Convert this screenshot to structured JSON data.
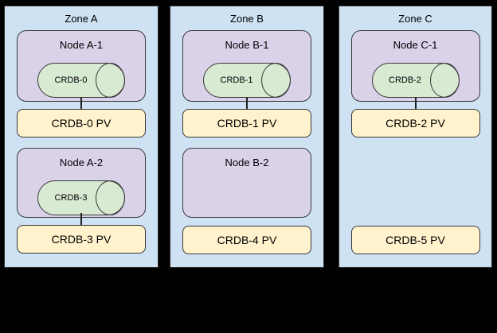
{
  "zones": [
    {
      "label": "Zone A",
      "nodes": [
        {
          "label": "Node A-1",
          "pod": "CRDB-0",
          "pv": "CRDB-0 PV"
        },
        {
          "label": "Node A-2",
          "pod": "CRDB-3",
          "pv": "CRDB-3 PV"
        }
      ]
    },
    {
      "label": "Zone B",
      "nodes": [
        {
          "label": "Node B-1",
          "pod": "CRDB-1",
          "pv": "CRDB-1 PV"
        },
        {
          "label": "Node B-2",
          "pv": "CRDB-4 PV"
        }
      ]
    },
    {
      "label": "Zone C",
      "nodes": [
        {
          "label": "Node C-1",
          "pod": "CRDB-2",
          "pv": "CRDB-2 PV"
        }
      ],
      "unattached_pv": "CRDB-5 PV"
    }
  ],
  "colors": {
    "page_background": "#000000",
    "zone_fill": "#cfe2f3",
    "node_fill": "#d9d2e9",
    "pod_fill": "#d9ead3",
    "pv_fill": "#fff2cc",
    "stroke": "#333333"
  }
}
